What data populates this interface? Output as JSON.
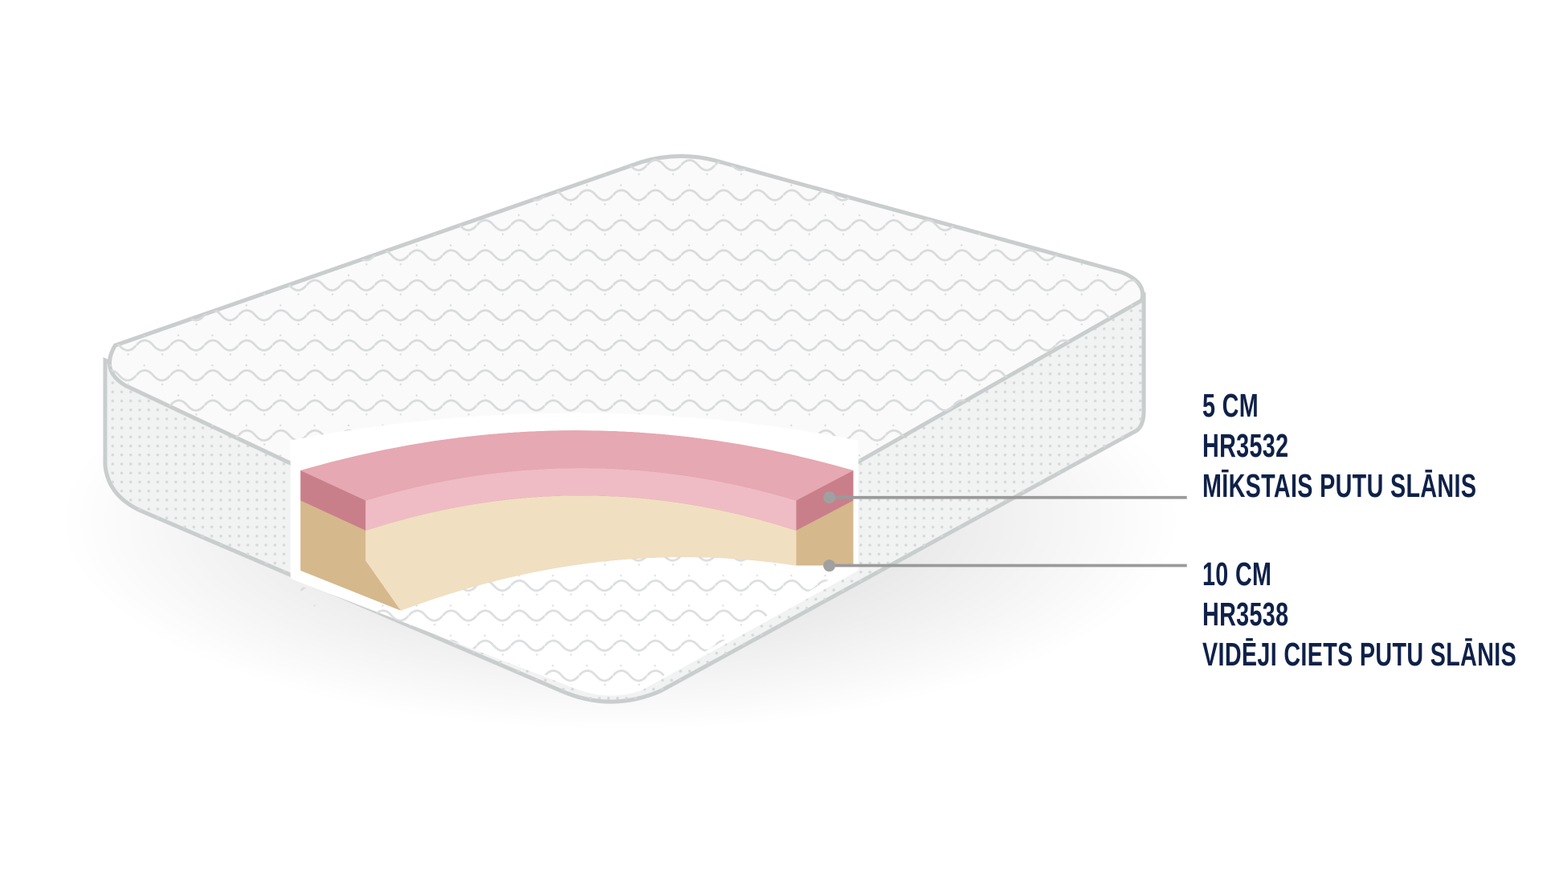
{
  "layers": [
    {
      "thickness": "5 CM",
      "code": "HR3532",
      "description": "MĪKSTAIS PUTU SLĀNIS",
      "color": "#e8a9b4"
    },
    {
      "thickness": "10 CM",
      "code": "HR3538",
      "description": "VIDĒJI CIETS PUTU SLĀNIS",
      "color": "#efdcbb"
    }
  ],
  "colors": {
    "text": "#0f2148",
    "leader": "#9a9a9a"
  }
}
